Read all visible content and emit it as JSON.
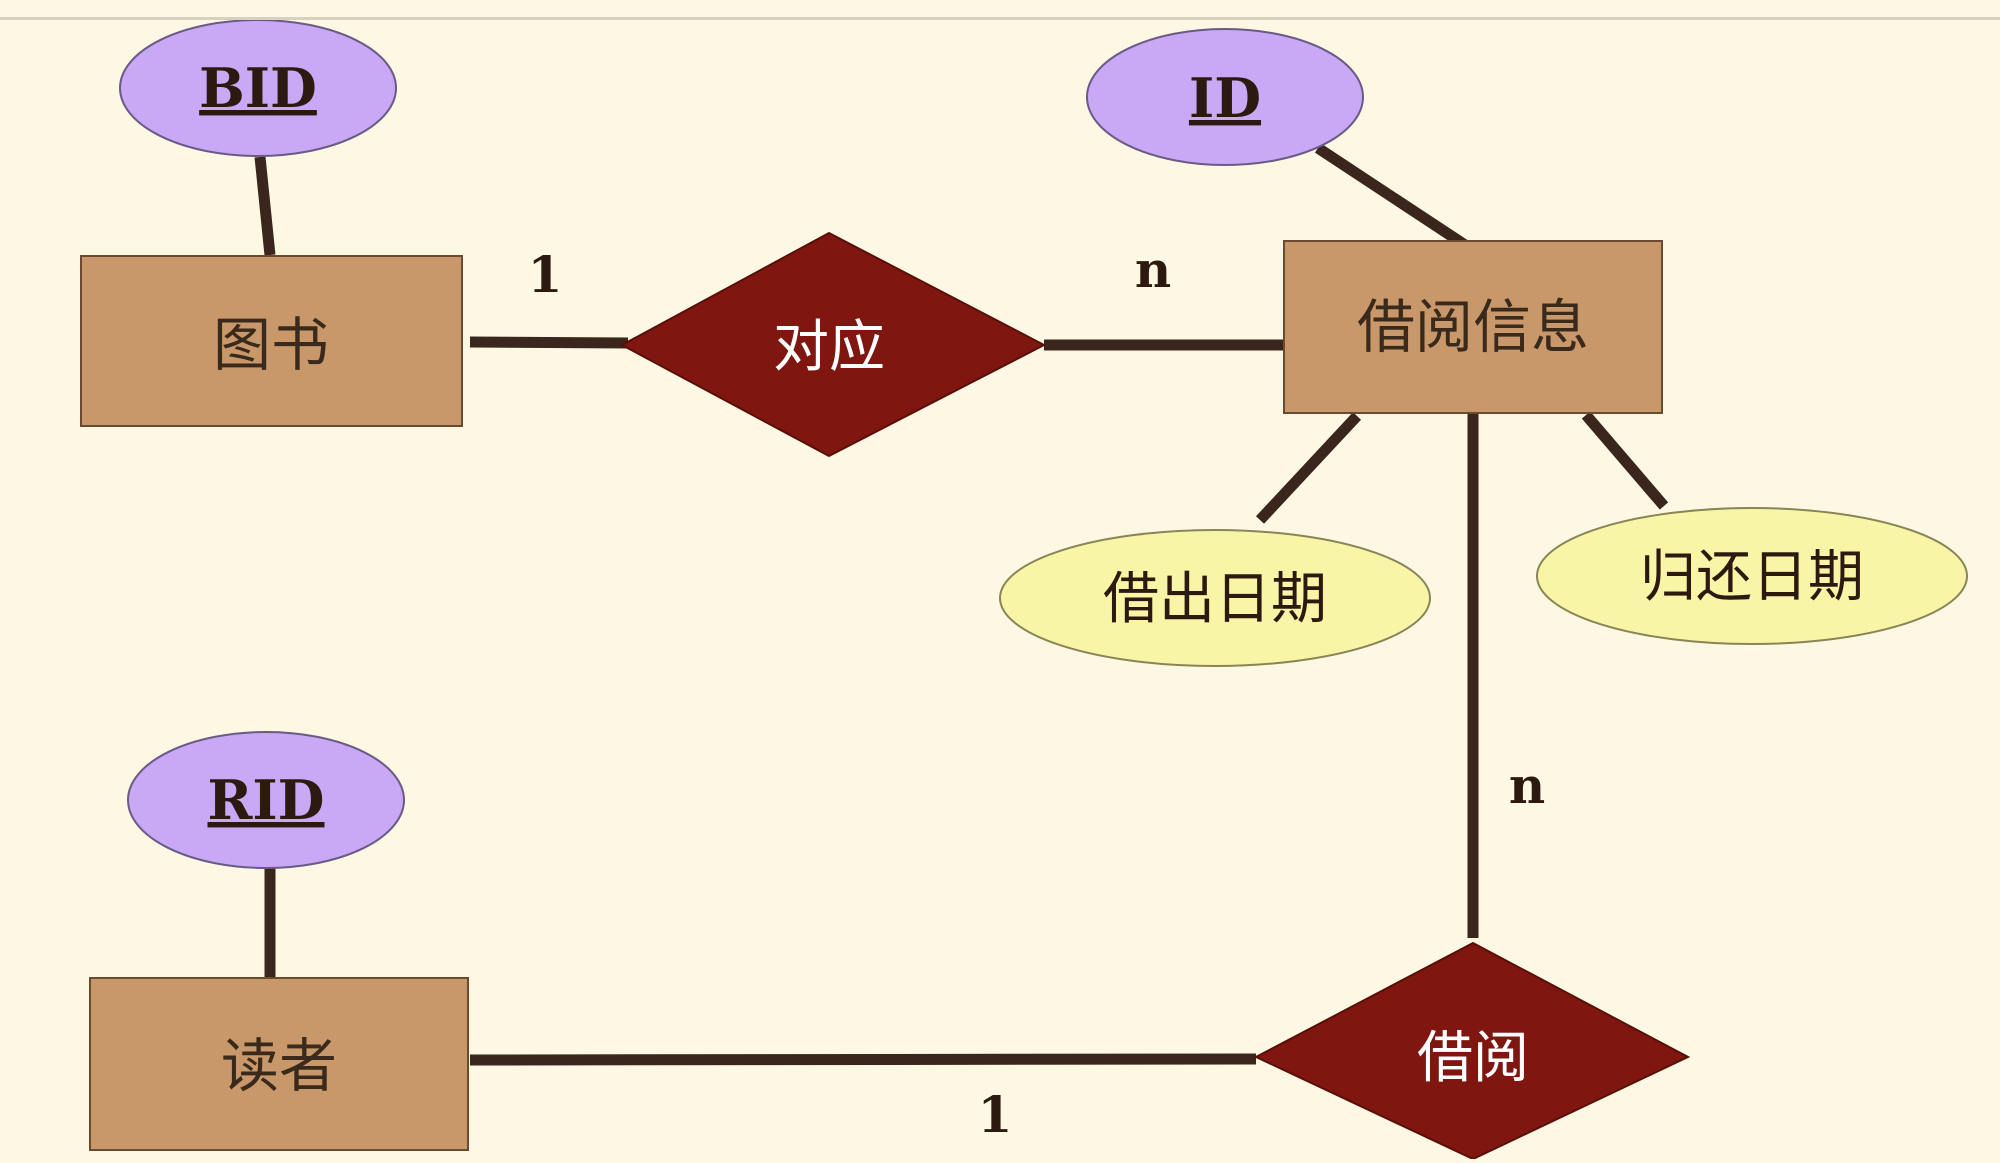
{
  "diagram": {
    "entities": {
      "book": "图书",
      "borrow_info": "借阅信息",
      "reader": "读者"
    },
    "relationships": {
      "correspond": "对应",
      "borrow": "借阅"
    },
    "attributes": {
      "bid": "BID",
      "id": "ID",
      "rid": "RID",
      "borrow_date": "借出日期",
      "return_date": "归还日期"
    },
    "cardinalities": {
      "book_correspond": "1",
      "correspond_info": "n",
      "info_borrow": "n",
      "reader_borrow": "1"
    },
    "colors": {
      "background": "#fdf8e3",
      "entity_fill": "#c9986a",
      "relationship_fill": "#7f1710",
      "key_attribute_fill": "#c9a8f5",
      "attribute_fill": "#f9f5a7",
      "line": "#3a261c"
    }
  }
}
